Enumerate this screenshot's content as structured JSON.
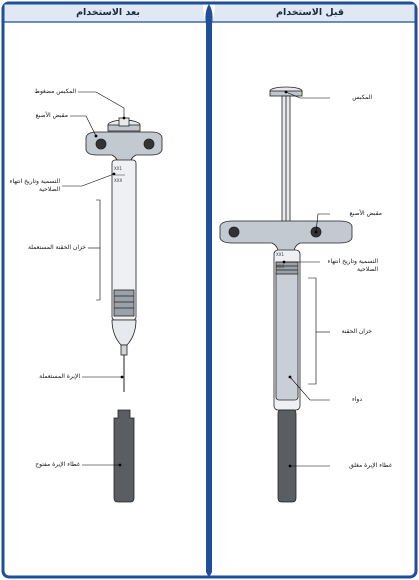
{
  "headers": {
    "after_use": "بعد الاستخدام",
    "before_use": "قبل الاستخدام"
  },
  "after": {
    "plunger_pressed": "المكبس مضغوط",
    "finger_grip": "مقبض الأصبع",
    "label_expiry_line1": "التسمية وتاريخ انتهاء",
    "label_expiry_line2": "الصلاحية",
    "used_barrel": "خزان الحقنة المستعملة",
    "used_needle": "الإبرة المستعملة",
    "needle_cap_off": "غطاء الإبرة مفتوح"
  },
  "before": {
    "plunger": "المكبس",
    "finger_grip": "مقبض الأصبع",
    "label_expiry_line1": "التسمية وتاريخ انتهاء",
    "label_expiry_line2": "الصلاحية",
    "barrel": "خزان الحقنة",
    "medicine": "دواء",
    "needle_cap_on": "غطاء الإبرة مغلق"
  },
  "colors": {
    "frame": "#1f4e9a",
    "header_bg": "#dfe8f3",
    "syringe_fill": "#c9cfd6",
    "cap_fill": "#5a5e63"
  }
}
